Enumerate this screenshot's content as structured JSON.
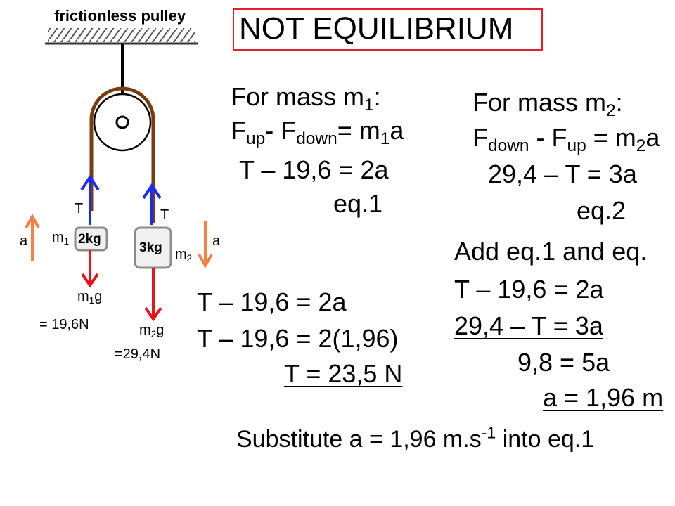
{
  "title": "NOT EQUILIBRIUM",
  "diagram": {
    "pulley_label": "frictionless pulley",
    "tension_left": "T",
    "tension_right": "T",
    "accel_left": "a",
    "accel_right": "a",
    "m1_label": "m",
    "m1_sub": "1",
    "m1_mass": "2kg",
    "m2_label": "m",
    "m2_sub": "2",
    "m2_mass": "3kg",
    "w1_label": "m",
    "w1_sub": "1",
    "w1_g": "g",
    "w1_value": "= 19,6N",
    "w2_label": "m",
    "w2_sub": "2",
    "w2_g": "g",
    "w2_value": "=29,4N"
  },
  "mass1": {
    "heading": "For mass m",
    "heading_sub": "1",
    "heading_end": ":",
    "f": "F",
    "up": "up",
    "minus": "- F",
    "down": "down",
    "equals": "= m",
    "m_sub": "1",
    "a": "a",
    "eq_line": "T – 19,6 = 2a",
    "eq_label": "eq.1"
  },
  "mass2": {
    "heading": "For mass m",
    "heading_sub": "2",
    "heading_end": ":",
    "f": "F",
    "down": "down",
    "minus": " - F",
    "up": "up",
    "equals": " = m",
    "m_sub": "2",
    "a": "a",
    "eq_line": "29,4 – T = 3a",
    "eq_label": "eq.2"
  },
  "addition": {
    "heading": "Add eq.1 and eq.",
    "line1": "T – 19,6 = 2a",
    "line2": "29,4 – T = 3a",
    "line3": "9,8 = 5a",
    "result": "a = 1,96 m"
  },
  "substitution": {
    "line1": "T – 19,6 = 2a",
    "line2": "T – 19,6 = 2(1,96)",
    "result": "T = 23,5 N"
  },
  "footer": {
    "pre": "Substitute a = 1,96 m.s",
    "exp": "-1",
    "post": " into eq.1"
  },
  "colors": {
    "rope": "#7a3b12",
    "tension": "#1a2bff",
    "weight": "#e8141b",
    "accel": "#f0824a",
    "title_border": "#e0202a",
    "mass_border": "#8c8c8c"
  }
}
